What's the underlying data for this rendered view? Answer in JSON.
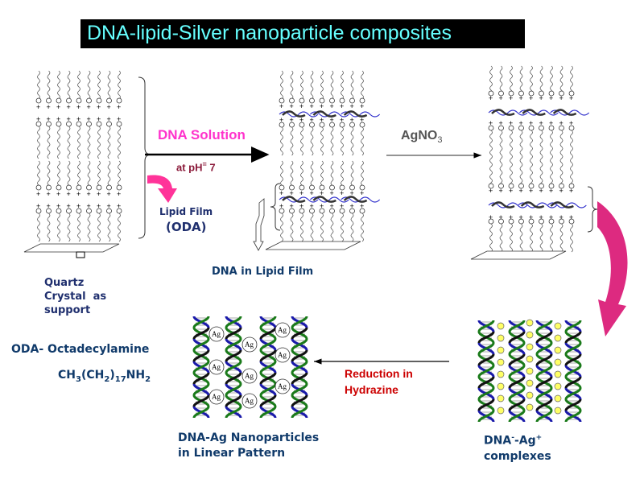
{
  "title": "DNA-lipid-Silver nanoparticle composites",
  "colors": {
    "title_bg": "#000000",
    "title_text": "#66ffff",
    "dna_solution": "#ff33cc",
    "ph_label": "#8b1a3a",
    "reduction": "#cc0000",
    "navy": "#1f2f6e",
    "pink_arrow": "#ff3399",
    "dna_blue": "#1a1aaa",
    "dna_green": "#1a7a1a",
    "ag_ion": "#ffff66"
  },
  "step1": {
    "arrow_label": "DNA Solution",
    "condition": "at pH",
    "condition_sup": "=",
    "condition_value": " 7",
    "film_label_line1": "Lipid Film",
    "film_label_line2": "(ODA)"
  },
  "step2": {
    "arrow_label": "AgNO",
    "arrow_label_sub": "3",
    "caption": "DNA in Lipid Film"
  },
  "step3": {
    "arrow_label_line1": "Reduction in",
    "arrow_label_line2": "Hydrazine"
  },
  "support": {
    "line1": "Quartz",
    "line2": "Crystal  as",
    "line3": "support"
  },
  "oda": {
    "name": "ODA- Octadecylamine",
    "formula_a": "CH",
    "formula_sub1": "3",
    "formula_b": "(CH",
    "formula_sub2": "2",
    "formula_c": ")",
    "formula_sub3": "17",
    "formula_d": "NH",
    "formula_sub4": "2"
  },
  "nanoparticles": {
    "particle_label": "Ag",
    "caption_line1": "DNA-Ag Nanoparticles",
    "caption_line2": "in Linear Pattern"
  },
  "complexes": {
    "caption_a": "DNA",
    "caption_sup1": "-",
    "caption_b": "-Ag",
    "caption_sup2": "+",
    "caption_line2": "complexes"
  }
}
